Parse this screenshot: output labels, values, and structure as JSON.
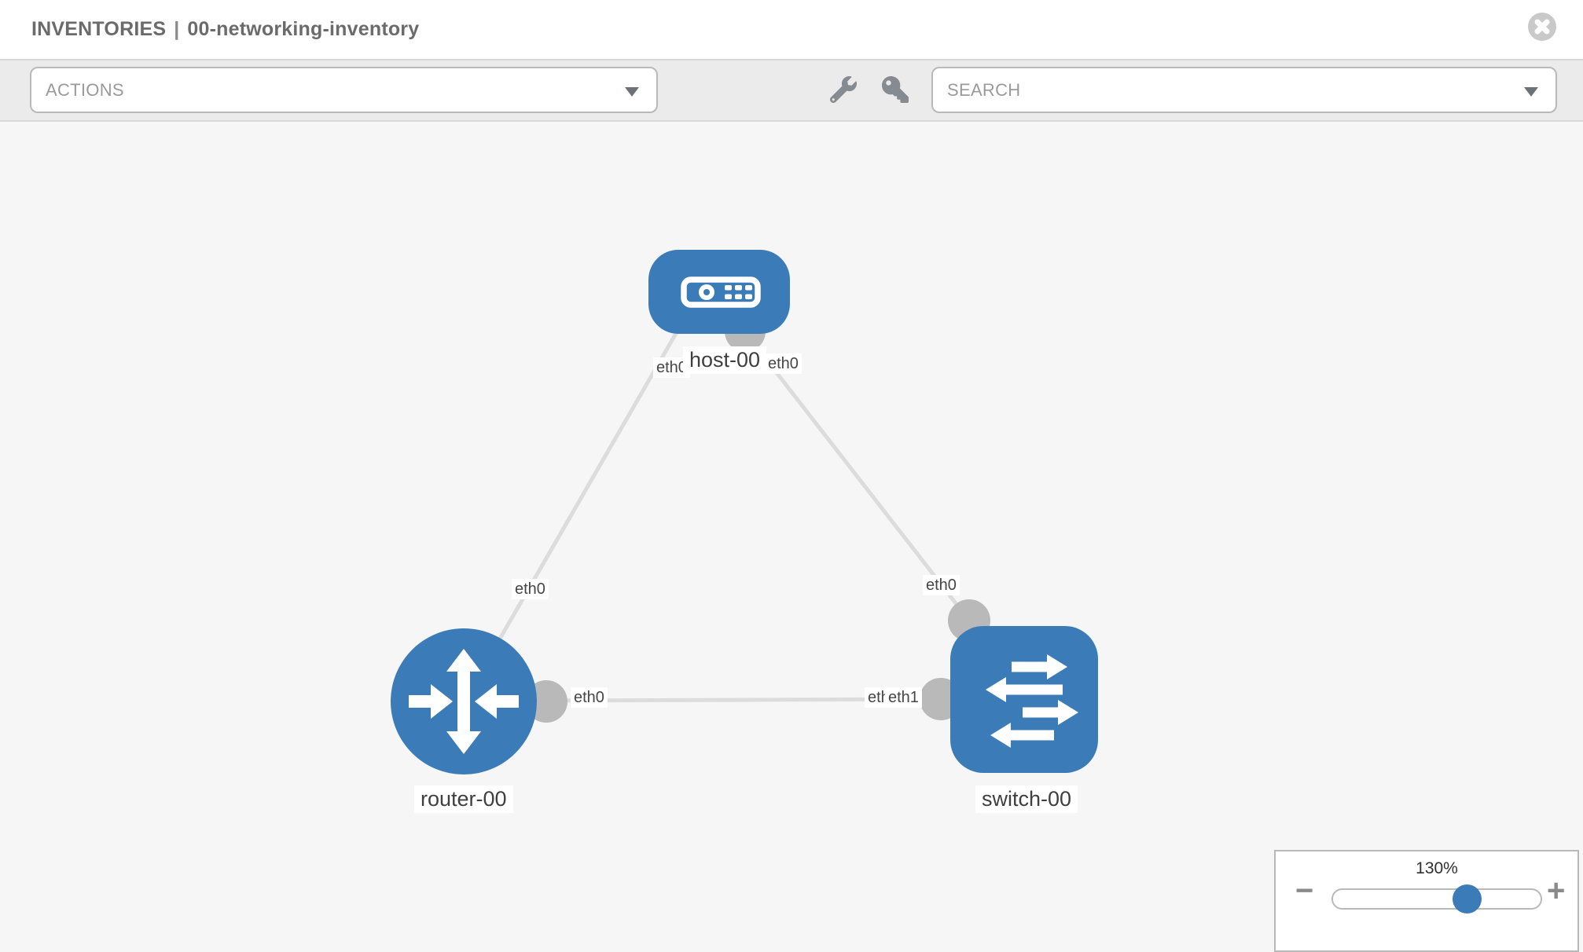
{
  "header": {
    "section": "INVENTORIES",
    "separator": "|",
    "inventory_name": "00-networking-inventory"
  },
  "toolbar": {
    "actions_label": "ACTIONS",
    "search_label": "SEARCH"
  },
  "topology": {
    "nodes": [
      {
        "label": "host-00",
        "type": "host"
      },
      {
        "label": "router-00",
        "type": "router"
      },
      {
        "label": "switch-00",
        "type": "switch"
      }
    ],
    "interface_labels": {
      "host_left": "eth0",
      "host_right": "eth0",
      "router_to_host": "eth0",
      "switch_to_host": "eth0",
      "router_to_switch": "eth0",
      "switch_to_router_under": "eth1",
      "switch_to_router_top": "eth1"
    }
  },
  "zoom_control": {
    "level": "130%",
    "minus": "−",
    "plus": "+"
  },
  "colors": {
    "node_blue": "#3b7cb8",
    "link_gray": "#dcdcdc",
    "connector_gray": "#b9b9b9",
    "toolbar_gray": "#ebebeb"
  }
}
